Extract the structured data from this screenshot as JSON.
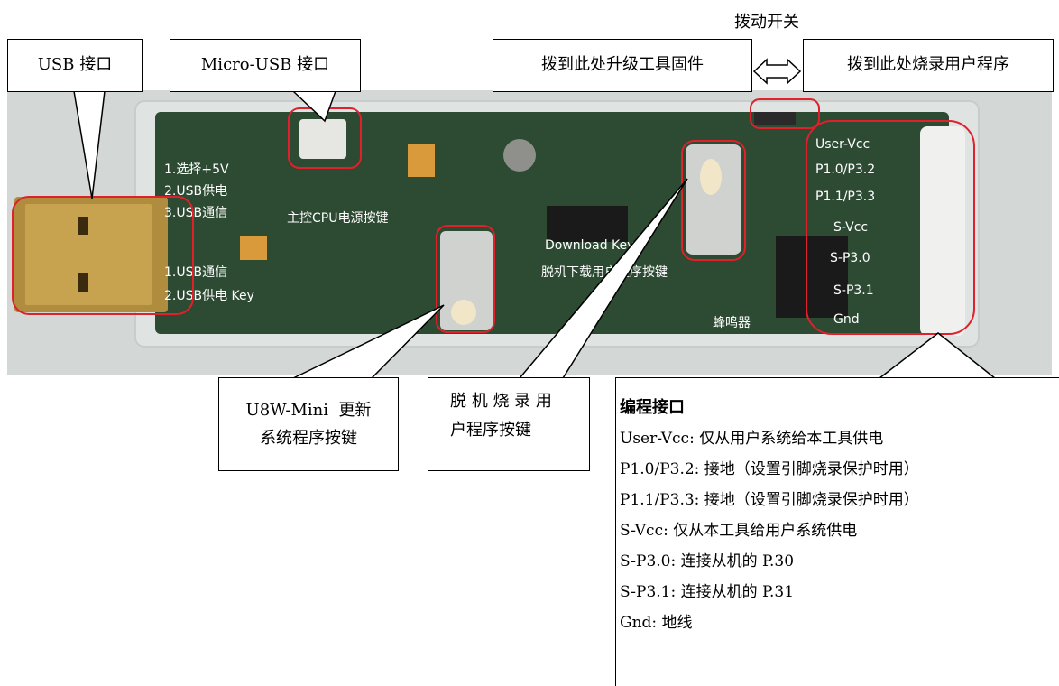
{
  "callouts": {
    "usb_port": "USB 接口",
    "micro_usb_port": "Micro-USB 接口",
    "firmware_upgrade_position": "拨到此处升级工具固件",
    "user_program_position": "拨到此处烧录用户程序",
    "toggle_switch": "拨动开关",
    "update_key_line1": "U8W-Mini  更新",
    "update_key_line2": "系统程序按键",
    "offline_key_line1": "脱 机 烧 录 用",
    "offline_key_line2": "户程序按键"
  },
  "programming_interface": {
    "title": "编程接口",
    "lines": [
      "User-Vcc: 仅从用户系统给本工具供电",
      "P1.0/P3.2: 接地（设置引脚烧录保护时用）",
      "P1.1/P3.3: 接地（设置引脚烧录保护时用）",
      "S-Vcc: 仅从本工具给用户系统供电",
      "S-P3.0: 连接从机的 P.30",
      "S-P3.1: 连接从机的 P.31",
      "Gnd: 地线"
    ]
  },
  "board_silkscreen": {
    "power_options": [
      "1.选择+5V",
      "2.USB供电",
      "3.USB通信"
    ],
    "mode_options": [
      "1.USB通信",
      "2.USB供电 Key"
    ],
    "main_cpu_key": "主控CPU电源按键",
    "download_key": "Download Key",
    "offline_key": "脱机下载用户程序按键",
    "buzzer": "蜂鸣器",
    "pins": [
      "User-Vcc",
      "P1.0/P3.2",
      "P1.1/P3.3",
      "S-Vcc",
      "S-P3.0",
      "S-P3.1",
      "Gnd"
    ]
  },
  "colors": {
    "highlight": "#e0202a",
    "usb_connector": "#b08c3e",
    "board_green": "#2d4a33",
    "case_clear": "#dfe3e1"
  }
}
